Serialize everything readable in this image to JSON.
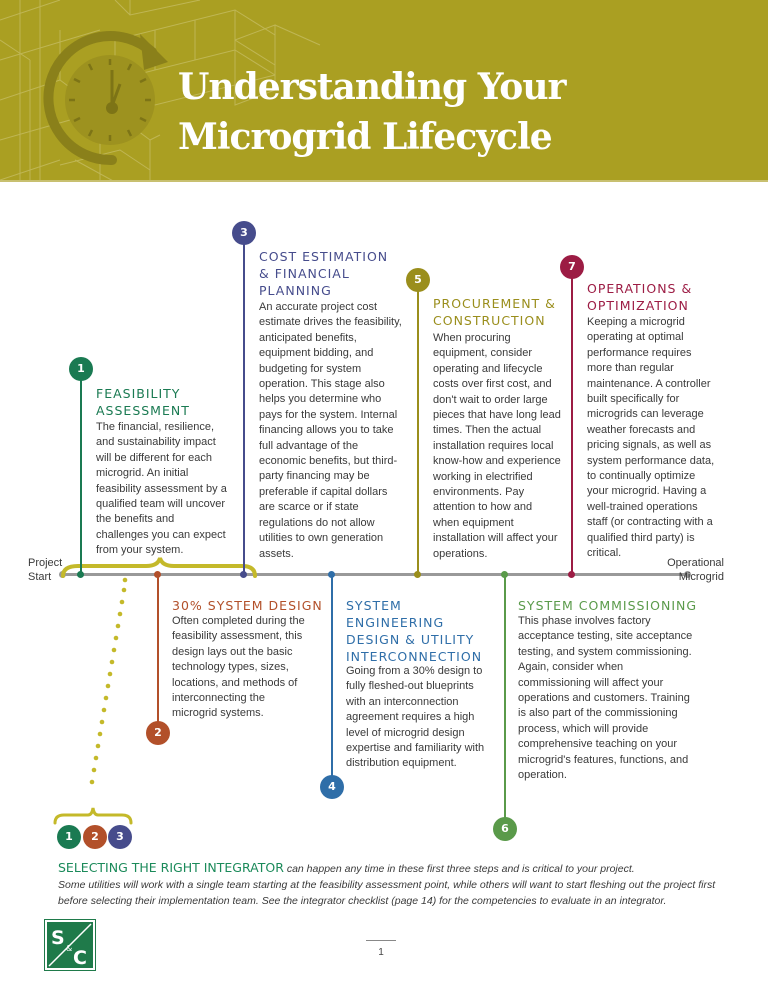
{
  "header": {
    "title_line1": "Understanding Your",
    "title_line2": "Microgrid Lifecycle",
    "banner_color": "#aa9f22",
    "icon": "clock-cycle-icon"
  },
  "timeline": {
    "start_label_1": "Project",
    "start_label_2": "Start",
    "end_label_1": "Operational",
    "end_label_2": "Microgrid"
  },
  "steps": [
    {
      "number": "1",
      "color": "#1a7a52",
      "heading": "Feasibility Assessment",
      "heading_line1": "FEASIBILITY",
      "heading_line2": "ASSESSMENT",
      "body": "The financial, resilience, and sustainability impact will be different for each microgrid. An initial feasibility assessment by a qualified team will uncover the benefits and challenges you can expect from your system."
    },
    {
      "number": "2",
      "color": "#b2502a",
      "heading": "30% System Design",
      "body": "Often completed during the feasibility assessment, this design lays out the basic technology types, sizes, locations, and methods of interconnecting the microgrid systems."
    },
    {
      "number": "3",
      "color": "#464c8c",
      "heading_line1": "COST ESTIMATION",
      "heading_line2": "& FINANCIAL",
      "heading_line3": "PLANNING",
      "body": "An accurate project cost estimate drives the feasibility, anticipated benefits, equipment bidding, and budgeting for system operation. This stage also helps you determine who pays for the system. Internal financing allows you to take full advantage of the economic benefits, but third-party financing may be preferable if capital dollars are scarce or if state regulations do not allow utilities to own generation assets."
    },
    {
      "number": "4",
      "color": "#2f6ea8",
      "heading_line1": "SYSTEM",
      "heading_line2": "ENGINEERING",
      "heading_line3": "DESIGN & UTILITY",
      "heading_line4": "INTERCONNECTION",
      "body": "Going from a 30% design to fully fleshed-out blueprints with an interconnection agreement requires a high level of microgrid design expertise and familiarity with distribution equipment."
    },
    {
      "number": "5",
      "color": "#9a8e1c",
      "heading_line1": "PROCUREMENT &",
      "heading_line2": "CONSTRUCTION",
      "body": "When procuring equipment, consider operating and lifecycle costs over first cost, and don't wait to order large pieces that have long lead times. Then the actual installation requires local know-how and experience working in electrified environments. Pay attention to how and when equipment installation will affect your operations."
    },
    {
      "number": "6",
      "color": "#5a9a4a",
      "heading": "System Commissioning",
      "body": "This phase involves factory acceptance testing, site acceptance testing, and system commissioning. Again, consider when commissioning will affect your operations and customers. Training is also part of the commissioning process, which will provide comprehensive teaching on your microgrid's features, functions, and operation."
    },
    {
      "number": "7",
      "color": "#9c1c44",
      "heading_line1": "OPERATIONS &",
      "heading_line2": "OPTIMIZATION",
      "body": "Keeping a microgrid operating at optimal performance requires more than regular maintenance. A controller built specifically for microgrids can leverage weather forecasts and pricing signals, as well as system performance data, to continually optimize your microgrid. Having a well-trained operations staff (or contracting with a qualified third party) is critical."
    }
  ],
  "integrator": {
    "badges": [
      "1",
      "2",
      "3"
    ],
    "lead": "SELECTING THE RIGHT INTEGRATOR",
    "line1": " can happen any time in these first three steps and is critical to your project.",
    "line2": "Some utilities will work with a single team starting at the feasibility assessment point, while others will want to start fleshing out the project first",
    "line3": "before selecting their implementation team.  See the integrator checklist (page 14) for the competencies to evaluate in an integrator."
  },
  "footer": {
    "logo_text_1": "S",
    "logo_text_amp": "&",
    "logo_text_2": "C",
    "page_number": "1"
  }
}
